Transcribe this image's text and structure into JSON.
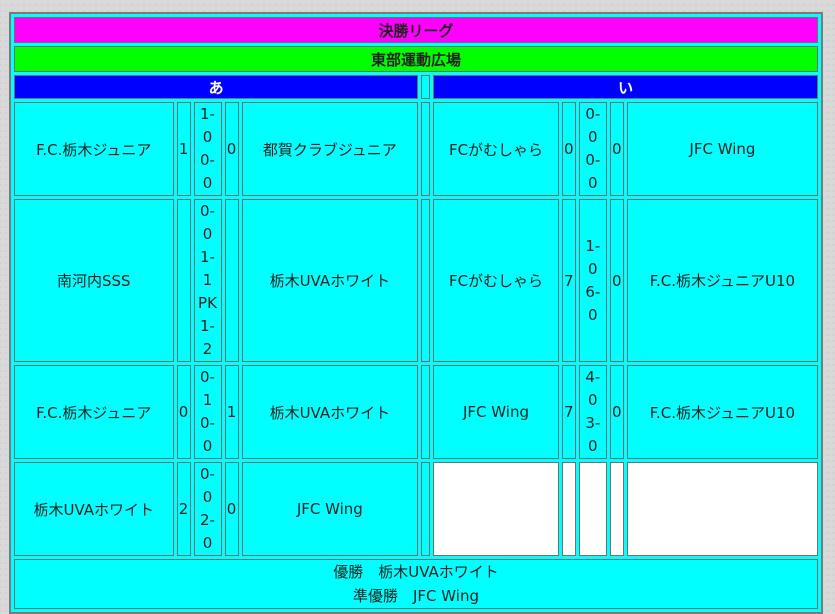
{
  "title": "決勝リーグ",
  "venue": "東部運動広場",
  "groups": {
    "a": "あ",
    "i": "い"
  },
  "rows": [
    {
      "a": {
        "home": "F.C.栃木ジュニア",
        "hs": "1",
        "periods": [
          "1-0",
          "0-0"
        ],
        "as": "0",
        "away": "都賀クラブジュニア"
      },
      "i": {
        "home": "FCがむしゃら",
        "hs": "0",
        "periods": [
          "0-0",
          "0-0"
        ],
        "as": "0",
        "away": "JFC Wing"
      }
    },
    {
      "a": {
        "home": "南河内SSS",
        "hs": "",
        "periods": [
          "0-0",
          "1-1",
          "PK",
          "1-2"
        ],
        "as": "",
        "away": "栃木UVAホワイト"
      },
      "i": {
        "home": "FCがむしゃら",
        "hs": "7",
        "periods": [
          "1-0",
          "6-0"
        ],
        "as": "0",
        "away": "F.C.栃木ジュニアU10"
      }
    },
    {
      "a": {
        "home": "F.C.栃木ジュニア",
        "hs": "0",
        "periods": [
          "0-1",
          "0-0"
        ],
        "as": "1",
        "away": "栃木UVAホワイト"
      },
      "i": {
        "home": "JFC Wing",
        "hs": "7",
        "periods": [
          "4-0",
          "3-0"
        ],
        "as": "0",
        "away": "F.C.栃木ジュニアU10"
      }
    },
    {
      "a": {
        "home": "栃木UVAホワイト",
        "hs": "2",
        "periods": [
          "0-0",
          "2-0"
        ],
        "as": "0",
        "away": "JFC Wing"
      }
    }
  ],
  "results": {
    "winner": "優勝　栃木UVAホワイト",
    "runner_up": "準優勝　JFC Wing"
  },
  "colors": {
    "title_bg": "#ff00ff",
    "venue_bg": "#00ff00",
    "group_bg": "#0000ff",
    "cell_bg": "#00ffff",
    "empty_bg": "#ffffff"
  }
}
